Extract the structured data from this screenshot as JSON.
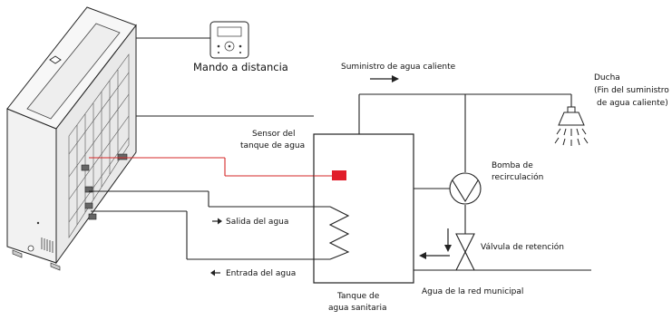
{
  "labels": {
    "remote": "Mando a distancia",
    "hot_water_supply": "Suministro de agua caliente",
    "shower_title": "Ducha",
    "shower_note_line1": "(Fin del suministro",
    "shower_note_line2": "de agua caliente)",
    "sensor_line1": "Sensor del",
    "sensor_line2": "tanque de agua",
    "pump_line1": "Bomba de",
    "pump_line2": "recirculación",
    "water_outlet": "Salida del agua",
    "water_inlet": "Entrada del agua",
    "check_valve": "Válvula de retención",
    "tank_line1": "Tanque de",
    "tank_line2": "agua sanitaria",
    "mains_water": "Agua de la red municipal"
  },
  "colors": {
    "sensor": "#e11d2a",
    "sensor_line": "#d62828"
  },
  "icons": {
    "outlet_arrow": "arrow-right-icon",
    "inlet_arrow": "arrow-left-icon",
    "supply_arrow": "arrow-right-icon",
    "mains_arrow": "arrow-left-icon",
    "flow_arrow": "arrow-down-icon"
  }
}
